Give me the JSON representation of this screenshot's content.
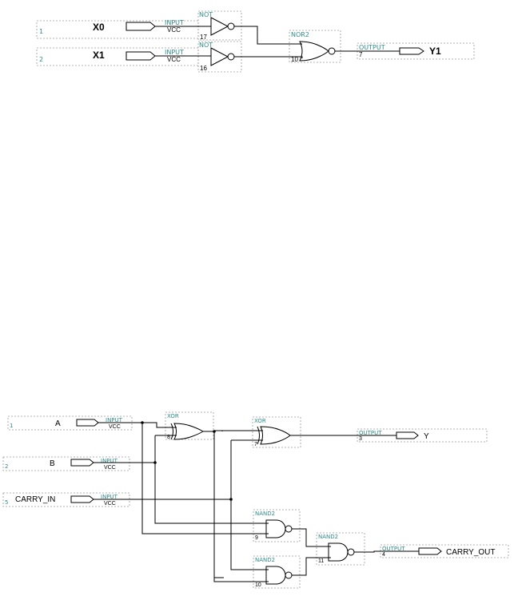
{
  "circuit1": {
    "in0": {
      "num": "1",
      "name": "X0",
      "type": "INPUT",
      "vcc": "VCC"
    },
    "in1": {
      "num": "2",
      "name": "X1",
      "type": "INPUT",
      "vcc": "VCC"
    },
    "not0": {
      "type": "NOT",
      "id": "17"
    },
    "not1": {
      "type": "NOT",
      "id": "16"
    },
    "nor": {
      "type": "NOR2",
      "id": "10"
    },
    "out": {
      "type": "OUTPUT",
      "num": "7",
      "name": "Y1"
    }
  },
  "circuit2": {
    "inA": {
      "num": "1",
      "name": "A",
      "type": "INPUT",
      "vcc": "VCC"
    },
    "inB": {
      "num": "2",
      "name": "B",
      "type": "INPUT",
      "vcc": "VCC"
    },
    "inC": {
      "num": "5",
      "name": "CARRY_IN",
      "type": "INPUT",
      "vcc": "VCC"
    },
    "xor1": {
      "type": "XOR",
      "id": "8"
    },
    "xor2": {
      "type": "XOR",
      "id": "7"
    },
    "nand1": {
      "type": "NAND2",
      "id": "9"
    },
    "nand2": {
      "type": "NAND2",
      "id": "10"
    },
    "nand3": {
      "type": "NAND2",
      "id": "11"
    },
    "outY": {
      "type": "OUTPUT",
      "num": "3",
      "name": "Y"
    },
    "outC": {
      "type": "OUTPUT",
      "num": "4",
      "name": "CARRY_OUT"
    }
  }
}
